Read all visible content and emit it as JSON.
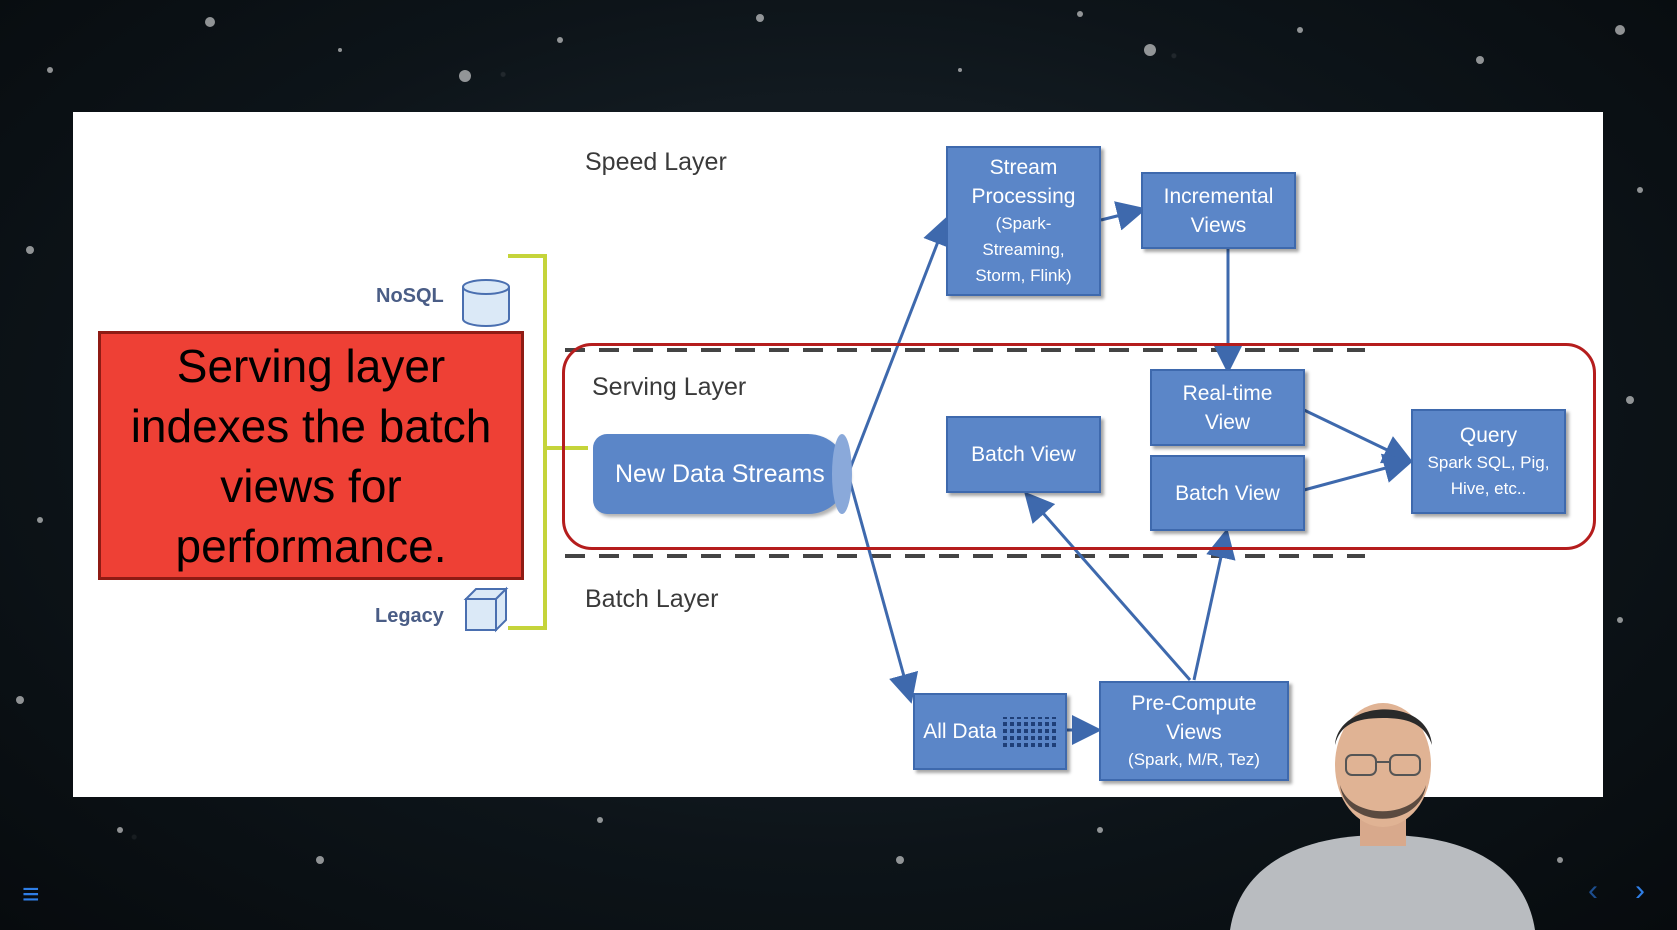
{
  "callout": {
    "text": "Serving layer indexes the batch views for performance."
  },
  "layers": {
    "speed": "Speed Layer",
    "serving": "Serving Layer",
    "batch": "Batch Layer"
  },
  "sources": {
    "nosql": "NoSQL",
    "legacy": "Legacy"
  },
  "nodes": {
    "new_data_streams": "New Data Streams",
    "stream_processing": {
      "title1": "Stream",
      "title2": "Processing",
      "sub1": "(Spark-",
      "sub2": "Streaming,",
      "sub3": "Storm, Flink)"
    },
    "incremental_views": {
      "line1": "Incremental",
      "line2": "Views"
    },
    "realtime_view": {
      "line1": "Real-time",
      "line2": "View"
    },
    "batch_view_serving": "Batch View",
    "batch_view_left": "Batch View",
    "query": {
      "title": "Query",
      "sub1": "Spark SQL, Pig,",
      "sub2": "Hive, etc.."
    },
    "all_data": "All Data",
    "precompute": {
      "line1": "Pre-Compute",
      "line2": "Views",
      "sub": "(Spark, M/R, Tez)"
    }
  },
  "colors": {
    "node": "#5b86c8",
    "callout": "#ee4035",
    "serving_border": "#b51d1d",
    "bracket": "#c5d43a",
    "nav": "#2f7ee6"
  },
  "icons": {
    "menu": "menu-icon",
    "prev": "chevron-left-icon",
    "next": "chevron-right-icon"
  }
}
